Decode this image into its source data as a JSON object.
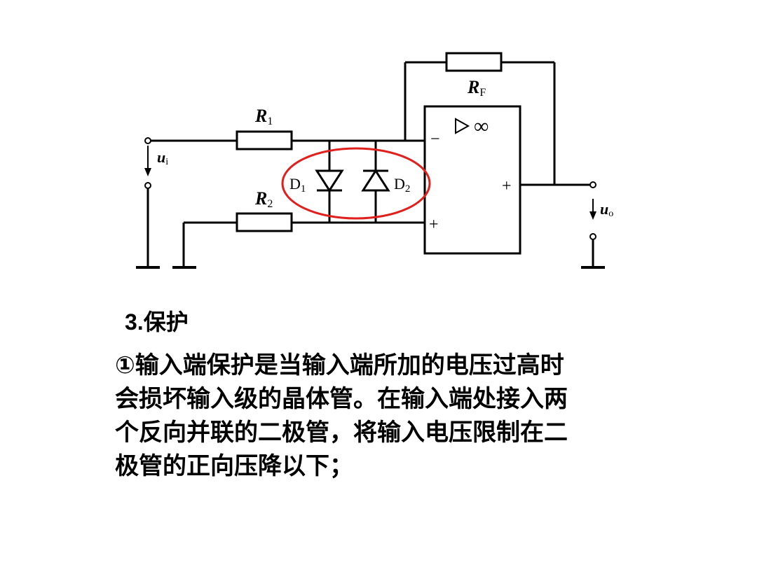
{
  "diagram": {
    "labels": {
      "r1": "R",
      "r1_sub": "1",
      "r2": "R",
      "r2_sub": "2",
      "rf": "R",
      "rf_sub": "F",
      "d1": "D",
      "d1_sub": "1",
      "d2": "D",
      "d2_sub": "2",
      "ui": "u",
      "ui_sub": "i",
      "uo": "u",
      "uo_sub": "o",
      "opamp_symbol": "▷ ∞",
      "opamp_minus": "−",
      "opamp_plus_in": "+",
      "opamp_plus_out": "+"
    },
    "highlight_color": "#e0201c",
    "line_color": "#000000"
  },
  "section": {
    "number": "3.",
    "title": "保护"
  },
  "paragraph_lines": [
    "①输入端保护是当输入端所加的电压过高时",
    "会损坏输入级的晶体管。在输入端处接入两",
    "个反向并联的二极管，将输入电压限制在二",
    "极管的正向压降以下；"
  ]
}
